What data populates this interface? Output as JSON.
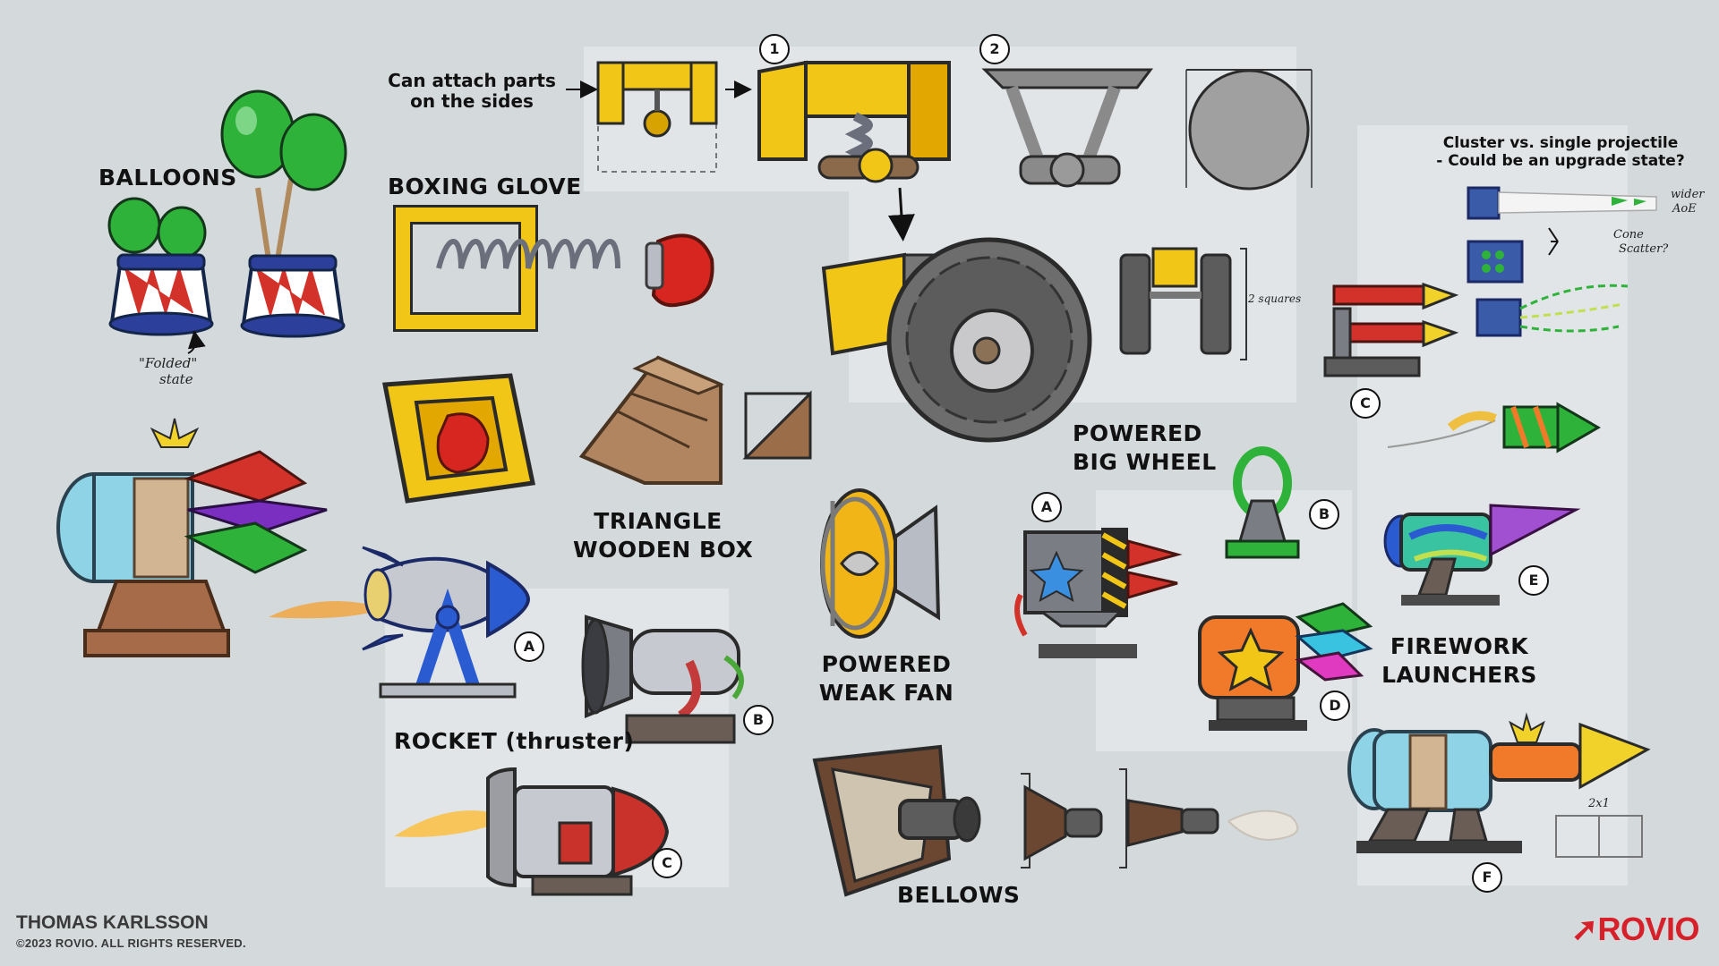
{
  "labels": {
    "balloons": "BALLOONS",
    "folded_line1": "\"Folded\"",
    "folded_line2": "state",
    "boxing_glove": "BOXING GLOVE",
    "attach_note_line1": "Can attach parts",
    "attach_note_line2": "on the sides",
    "triangle_box_line1": "TRIANGLE",
    "triangle_box_line2": "WOODEN BOX",
    "powered_big_wheel_line1": "POWERED",
    "powered_big_wheel_line2": "BIG WHEEL",
    "two_squares": "2 squares",
    "cluster_note_line1": "Cluster vs. single projectile",
    "cluster_note_line2": "- Could be an upgrade state?",
    "wider_aoe_line1": "wider",
    "wider_aoe_line2": "AoE",
    "cone_scatter_line1": "Cone",
    "cone_scatter_line2": "Scatter?",
    "powered_weak_fan_line1": "POWERED",
    "powered_weak_fan_line2": "WEAK FAN",
    "rocket_thruster": "ROCKET (thruster)",
    "firework_launchers_line1": "FIREWORK",
    "firework_launchers_line2": "LAUNCHERS",
    "bellows": "BELLOWS",
    "two_by_one": "2x1"
  },
  "badges": {
    "step_1": "1",
    "step_2": "2",
    "rocket_a": "A",
    "rocket_b": "B",
    "rocket_c": "C",
    "firework_a": "A",
    "firework_b": "B",
    "firework_c": "C",
    "firework_d": "D",
    "firework_e": "E",
    "firework_f": "F"
  },
  "footer": {
    "artist": "THOMAS KARLSSON",
    "copyright": "©2023 ROVIO. ALL RIGHTS RESERVED.",
    "brand": "ROVIO"
  },
  "icons": {
    "balloons": "balloon-icon",
    "boxing_glove": "boxing-glove-icon",
    "wheel": "wheel-icon",
    "rocket": "rocket-icon",
    "fan": "fan-icon",
    "bellows": "bellows-icon",
    "firework": "firework-launcher-icon",
    "crate": "wooden-crate-icon"
  },
  "colors": {
    "background": "#d4d9dc",
    "panel": "#e1e5e7",
    "brand_red": "#d6202a",
    "frame_yellow": "#f1c617",
    "balloon_green": "#2eb23a",
    "glove_red": "#d7261f"
  }
}
